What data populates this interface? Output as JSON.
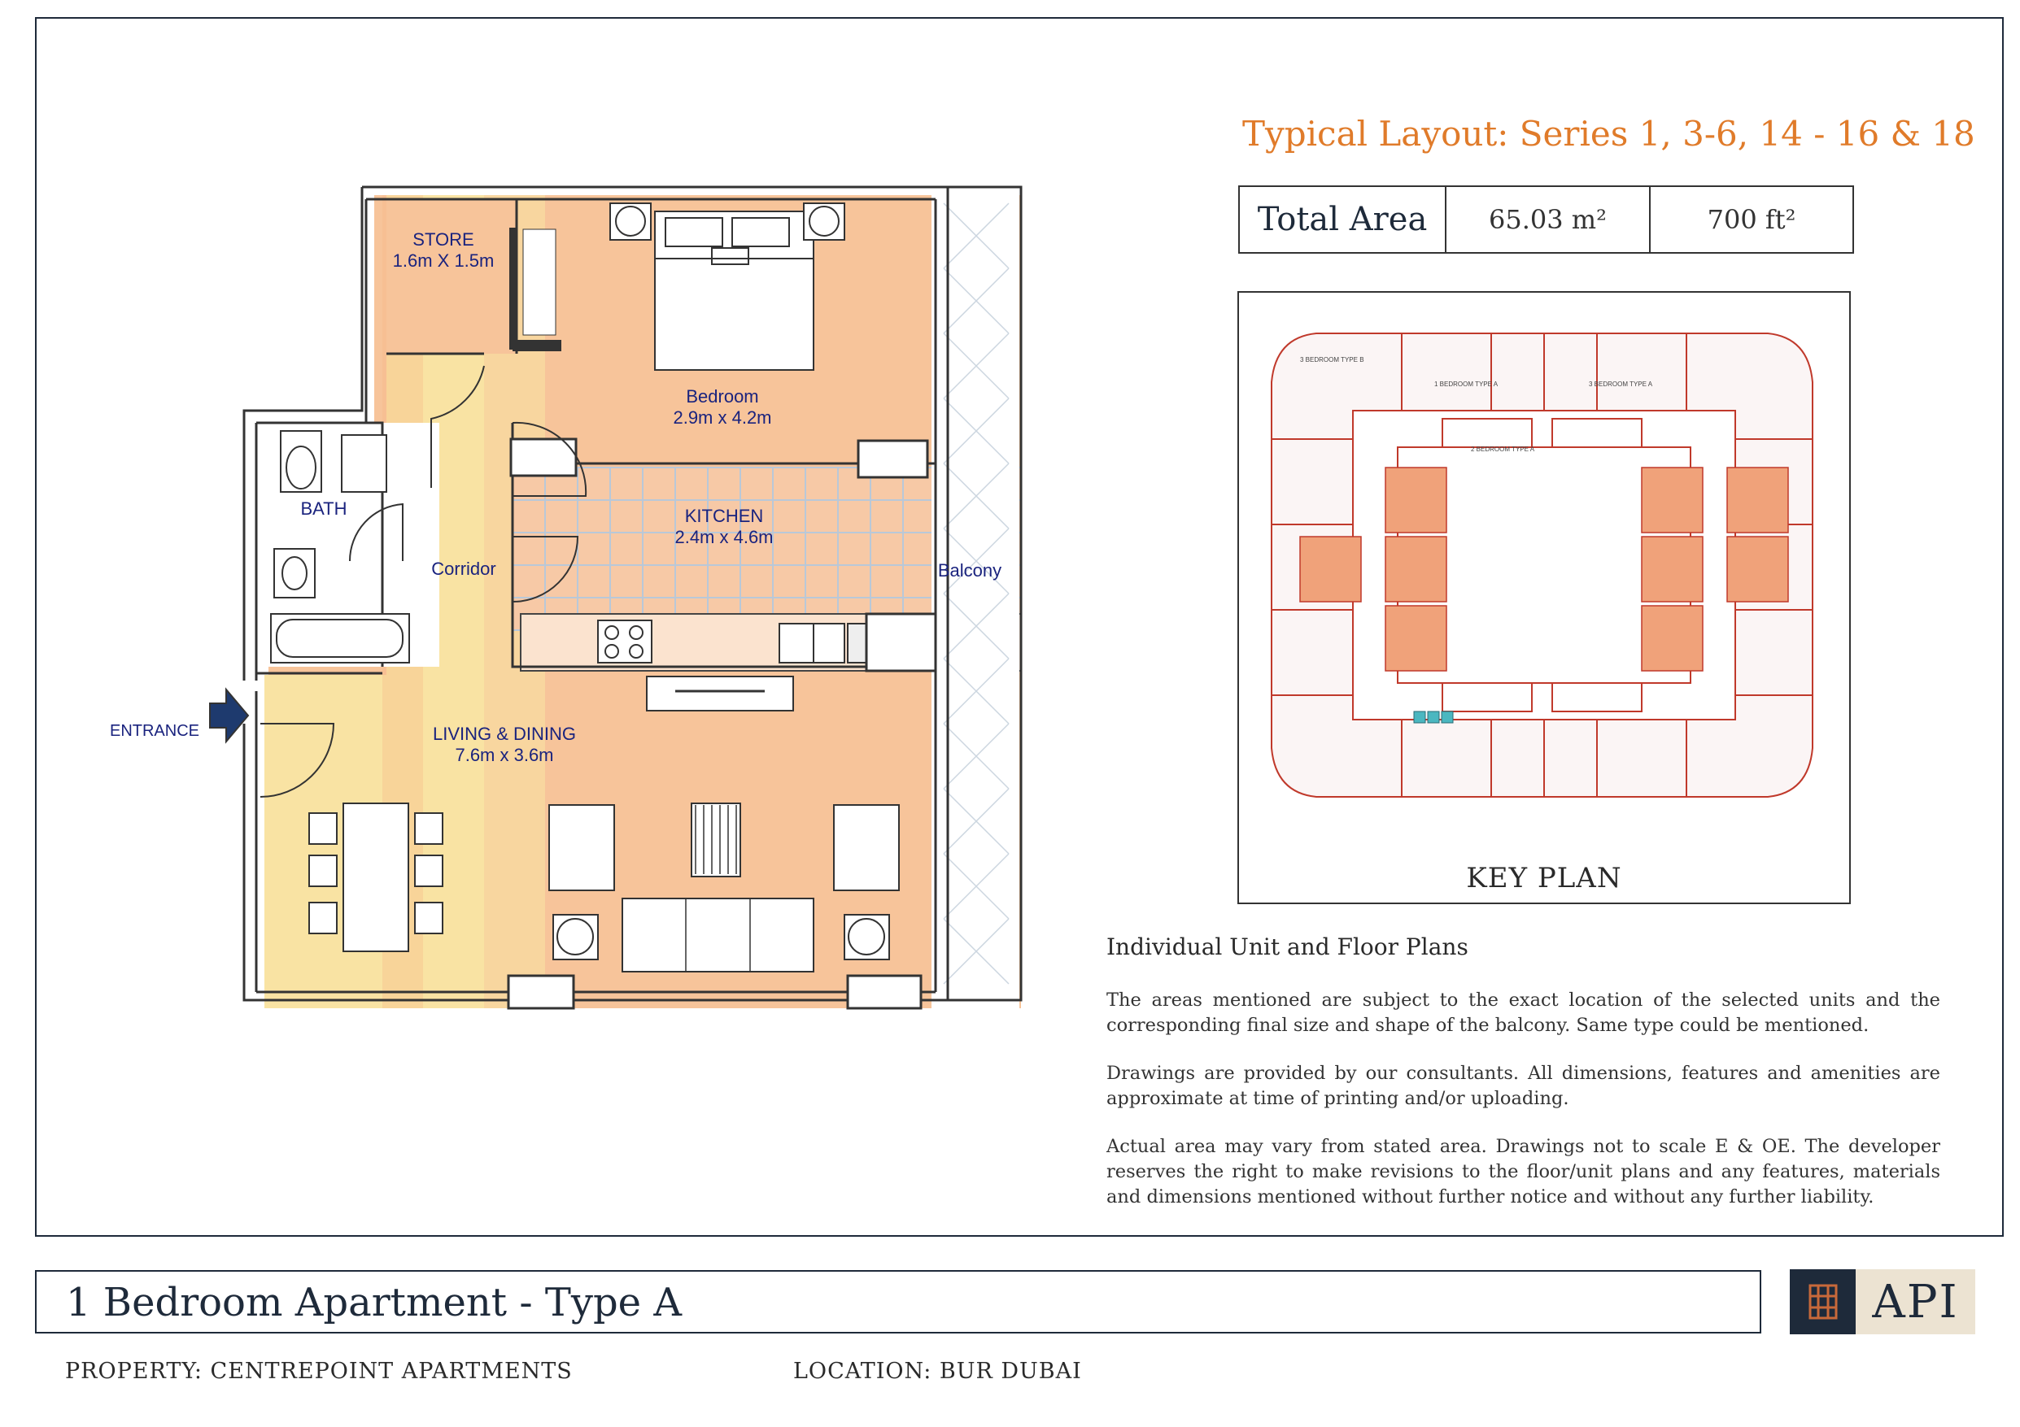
{
  "layout": {
    "title": "Typical Layout: Series 1, 3-6, 14 - 16 & 18"
  },
  "area": {
    "label": "Total Area",
    "metric": "65.03 m²",
    "imperial": "700 ft²"
  },
  "floorplan": {
    "store": {
      "name": "STORE",
      "size": "1.6m X 1.5m"
    },
    "bedroom": {
      "name": "Bedroom",
      "size": "2.9m x 4.2m"
    },
    "bath": {
      "name": "BATH"
    },
    "kitchen": {
      "name": "KITCHEN",
      "size": "2.4m x 4.6m"
    },
    "corridor": {
      "name": "Corridor"
    },
    "balcony": {
      "name": "Balcony"
    },
    "entrance": {
      "name": "ENTRANCE"
    },
    "living": {
      "name": "LIVING & DINING",
      "size": "7.6m x 3.6m"
    }
  },
  "keyplan": {
    "label": "KEY PLAN",
    "unit_labels": [
      "3 BEDROOM TYPE B",
      "1 BEDROOM TYPE A",
      "3 BEDROOM TYPE A",
      "2 BEDROOM TYPE A"
    ]
  },
  "notes": {
    "heading": "Individual Unit and Floor Plans",
    "p1": "The areas mentioned are subject to the exact location of  the selected units and the corresponding final size and shape of the balcony.  Same type could be mentioned.",
    "p2": "Drawings are provided by our consultants. All dimensions, features and amenities are approximate at time of printing and/or uploading.",
    "p3": "Actual area may vary from stated area. Drawings not to scale E & OE. The developer reserves the right to make revisions to the floor/unit plans and any features, materials and dimensions mentioned without further notice and without any further liability."
  },
  "footer": {
    "apartment_title": "1 Bedroom Apartment - Type A",
    "property": "PROPERTY: CENTREPOINT APARTMENTS",
    "location": "LOCATION: BUR DUBAI",
    "logo_text": "API"
  },
  "colors": {
    "accent": "#e07b2a",
    "navy": "#1e2a3a",
    "room_fill": "#f7c49a",
    "corridor_fill": "#f9e3a3",
    "wall": "#333333",
    "keyplan_line": "#c0392b",
    "keyplan_highlight": "#f0a27a"
  }
}
